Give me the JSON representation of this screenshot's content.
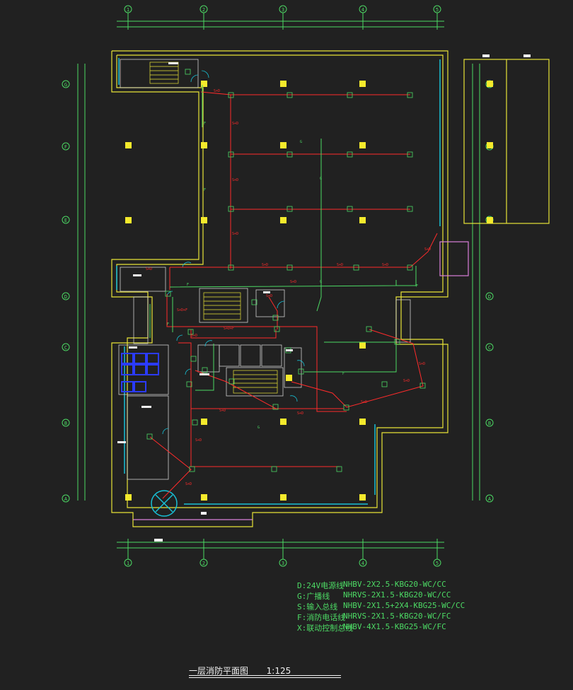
{
  "drawing": {
    "title": "一层消防平面图",
    "scale": "1:125"
  },
  "axes": {
    "columns": [
      "1",
      "2",
      "3",
      "4",
      "5"
    ],
    "rows": [
      "G",
      "F",
      "E",
      "D",
      "C",
      "B",
      "A"
    ]
  },
  "legend": [
    {
      "key": "D:24V电源线",
      "spec": "NHBV-2X2.5-KBG20-WC/CC"
    },
    {
      "key": "G:广播线",
      "spec": "NHRVS-2X1.5-KBG20-WC/CC"
    },
    {
      "key": "S:输入总线",
      "spec": "NHBV-2X1.5+2X4-KBG25-WC/CC"
    },
    {
      "key": "F:消防电话线",
      "spec": "NHRVS-2X1.5-KBG20-WC/FC"
    },
    {
      "key": "X:联动控制总线",
      "spec": "NHBV-4X1.5-KBG25-WC/FC"
    }
  ],
  "wire_labels": {
    "s_d": "S+D",
    "s_d_f": "S+D+F",
    "g": "G",
    "f": "F"
  },
  "colors": {
    "background": "#212121",
    "wall": "#e8e337",
    "room": "#cfcfcf",
    "axis": "#4cd964",
    "wire_red": "#ff2b2b",
    "wire_green": "#4cd964",
    "device": "#f5ea2c",
    "water": "#18c0d6",
    "title": "#f2f2f2",
    "stair_blue": "#2b3bff",
    "door": "#18c0d6"
  }
}
